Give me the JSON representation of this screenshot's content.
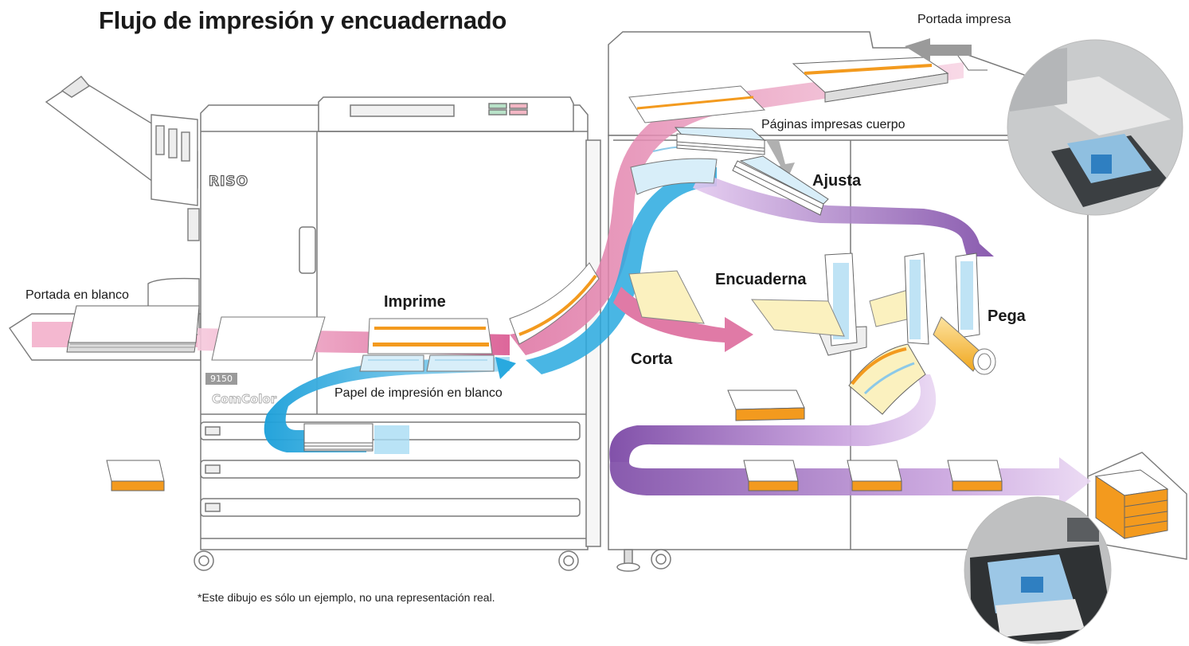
{
  "title": "Flujo de impresión y encuadernado",
  "footnote": "*Este dibujo es sólo un ejemplo, no una representación real.",
  "labels": {
    "printed_cover": "Portada impresa",
    "printed_body_pages": "Páginas impresas cuerpo",
    "adjust": "Ajusta",
    "blank_cover": "Portada en blanco",
    "print": "Imprime",
    "bind": "Encuaderna",
    "glue": "Pega",
    "cut": "Corta",
    "blank_print_paper": "Papel de impresión en blanco"
  },
  "machine": {
    "brand": "RISO",
    "model_number": "9150",
    "product_name": "ComColor"
  },
  "colors": {
    "pink_flow": "#e07aa6",
    "cyan_flow": "#29a9df",
    "purple_flow": "#8a5bb0",
    "orange_stripe": "#f39a1e",
    "light_blue_sheet": "#bfe3f5",
    "pale_yellow_sheet": "#fbf1bf"
  }
}
